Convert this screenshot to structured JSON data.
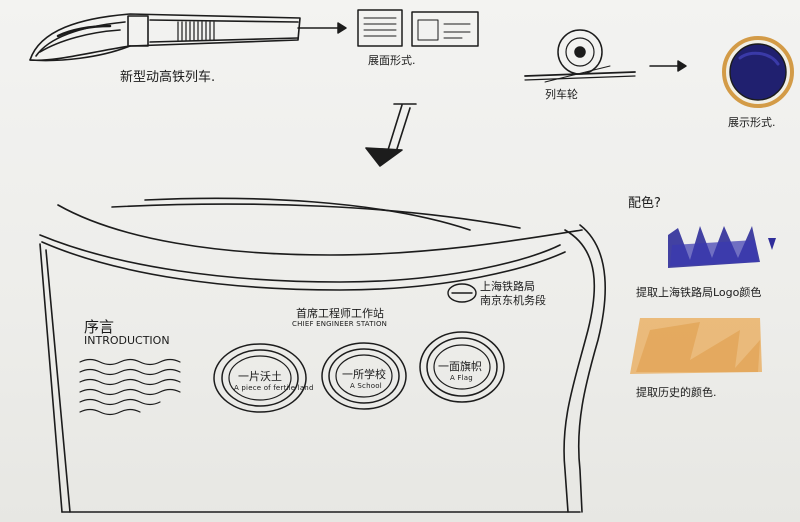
{
  "sketch": {
    "top_row": {
      "train_caption": "新型动高铁列车.",
      "display_form_caption_1": "展面形式.",
      "wheel_caption": "列车轮",
      "display_form_caption_2": "展示形式."
    },
    "board": {
      "intro_title": "序言",
      "intro_subtitle": "INTRODUCTION",
      "station_title": "首席工程师工作站",
      "station_subtitle": "CHIEF ENGINEER STATION",
      "logo_line_1": "上海铁路局",
      "logo_line_2": "南京东机务段",
      "circles": [
        {
          "title": "一片沃土",
          "subtitle": "A piece of fertile land"
        },
        {
          "title": "一所学校",
          "subtitle": "A School"
        },
        {
          "title": "一面旗帜",
          "subtitle": "A Flag"
        }
      ]
    },
    "color_notes": {
      "heading": "配色?",
      "blue_note": "提取上海铁路局Logo颜色",
      "orange_note": "提取历史的颜色."
    },
    "colors": {
      "ink": "#1c1c1c",
      "blue_swatch": "#2f2d9a",
      "orange_swatch": "#e9b26a",
      "disc_navy": "#1f1f6e",
      "disc_ring": "#d39b47"
    }
  }
}
